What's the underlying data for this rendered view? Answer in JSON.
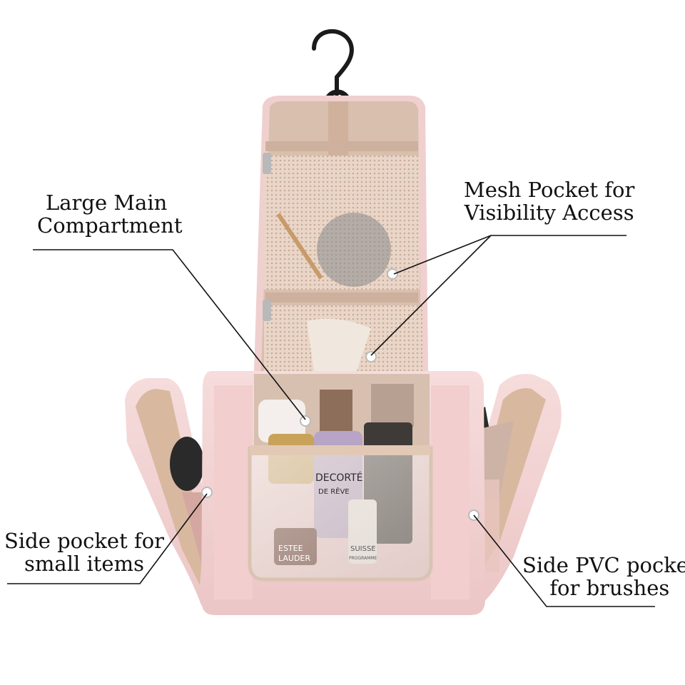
{
  "annotations": {
    "main_compartment": {
      "line1": "Large Main",
      "line2": "Compartment"
    },
    "mesh_pocket": {
      "line1": "Mesh Pocket for",
      "line2": "Visibility Access"
    },
    "side_pocket": {
      "line1": "Side pocket for",
      "line2": "small items"
    },
    "side_pvc": {
      "line1": "Side PVC pocket",
      "line2": "for brushes"
    }
  },
  "product_text": {
    "brand_left": "ESTEE",
    "brand_left_2": "LAUDER",
    "brand_center": "DECORTÉ",
    "brand_center_2": "DE RÊVE",
    "brand_right": "SUISSE",
    "brand_right_2": "PROGRAMME"
  },
  "colors": {
    "bag_pink": "#f2d3d3",
    "bag_pink_dark": "#e0b9b9",
    "lining_tan": "#d9bba7",
    "mesh": "#e9d3c4",
    "zipper": "#c9a893",
    "hanger": "#1a1a1a",
    "leader_line": "#111111"
  }
}
